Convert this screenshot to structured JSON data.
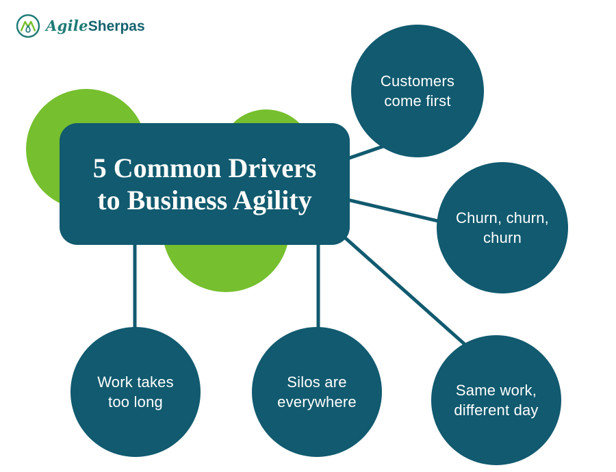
{
  "logo": {
    "brand_script": "Agile",
    "brand_bold": "Sherpas",
    "icon": "mountain-droplet-logo-icon"
  },
  "colors": {
    "teal": "#115A6F",
    "green": "#76BF2E",
    "logo_teal": "#1E7B76",
    "logo_text_teal": "#14616E",
    "text_on_teal": "#FFFFFF",
    "background": "#FFFFFF"
  },
  "diagram": {
    "title": {
      "line1": "5 Common Drivers",
      "line2": "to Business Agility"
    },
    "nodes": [
      {
        "id": "customers-come-first",
        "line1": "Customers",
        "line2": "come first"
      },
      {
        "id": "churn-churn-churn",
        "line1": "Churn, churn,",
        "line2": "churn"
      },
      {
        "id": "same-work-different-day",
        "line1": "Same work,",
        "line2": "different day"
      },
      {
        "id": "silos-are-everywhere",
        "line1": "Silos are",
        "line2": "everywhere"
      },
      {
        "id": "work-takes-too-long",
        "line1": "Work takes",
        "line2": "too long"
      }
    ]
  }
}
